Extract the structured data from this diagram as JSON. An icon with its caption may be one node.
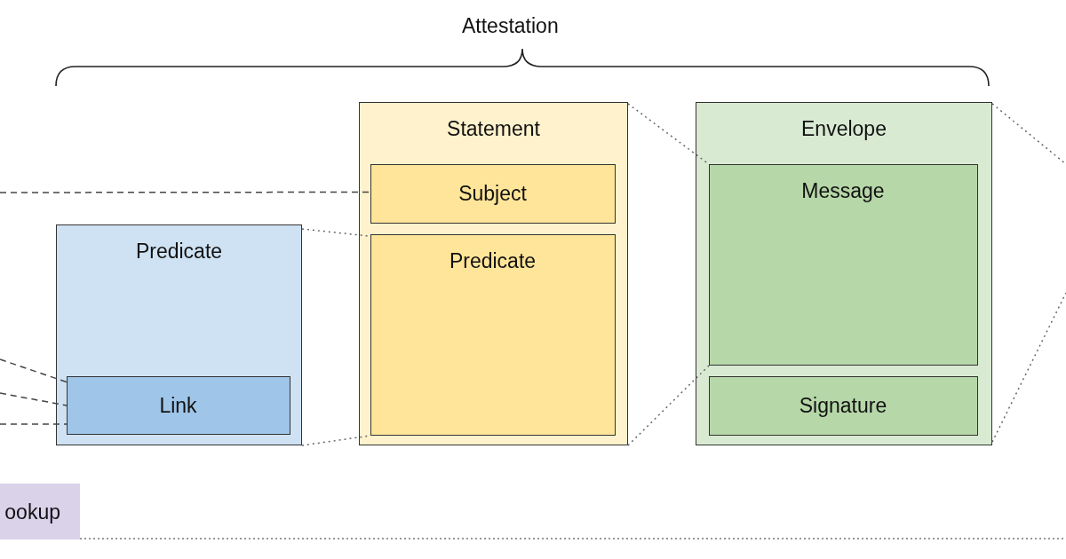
{
  "diagram": {
    "nodes": [
      {
        "text": [
          "Predicate"
        ]
      },
      {
        "text": [
          "Link"
        ],
        "in": 0
      },
      {
        "text": [
          "Statement"
        ]
      },
      {
        "text": [
          "Subject"
        ],
        "in": 2
      },
      {
        "text": [
          "Predicate"
        ],
        "in": 2
      },
      {
        "text": [
          "Envelope"
        ]
      },
      {
        "text": [
          "Message"
        ],
        "in": 5
      },
      {
        "text": [
          "Signature"
        ],
        "in": 5
      },
      {
        "text": [
          "ookup"
        ]
      }
    ],
    "edges": [
      {
        "from": null,
        "to": 3,
        "arrow": "none",
        "style": "dashed"
      },
      {
        "from": null,
        "to": 1,
        "arrow": "none",
        "style": "dashed"
      },
      {
        "from": null,
        "to": 1,
        "arrow": "none",
        "style": "dashed"
      },
      {
        "from": null,
        "to": 1,
        "arrow": "none",
        "style": "dashed"
      },
      {
        "from": 0,
        "to": 4,
        "arrow": "none",
        "style": "dashed"
      },
      {
        "from": 0,
        "to": 4,
        "arrow": "none",
        "style": "dashed"
      },
      {
        "from": 2,
        "to": 6,
        "arrow": "none",
        "style": "dashed"
      },
      {
        "from": 2,
        "to": 6,
        "arrow": "none",
        "style": "dashed"
      },
      {
        "from": 5,
        "to": null,
        "arrow": "none",
        "style": "dashed"
      },
      {
        "from": 5,
        "to": null,
        "arrow": "none",
        "style": "dashed"
      }
    ],
    "labels": [
      "Attestation"
    ]
  }
}
